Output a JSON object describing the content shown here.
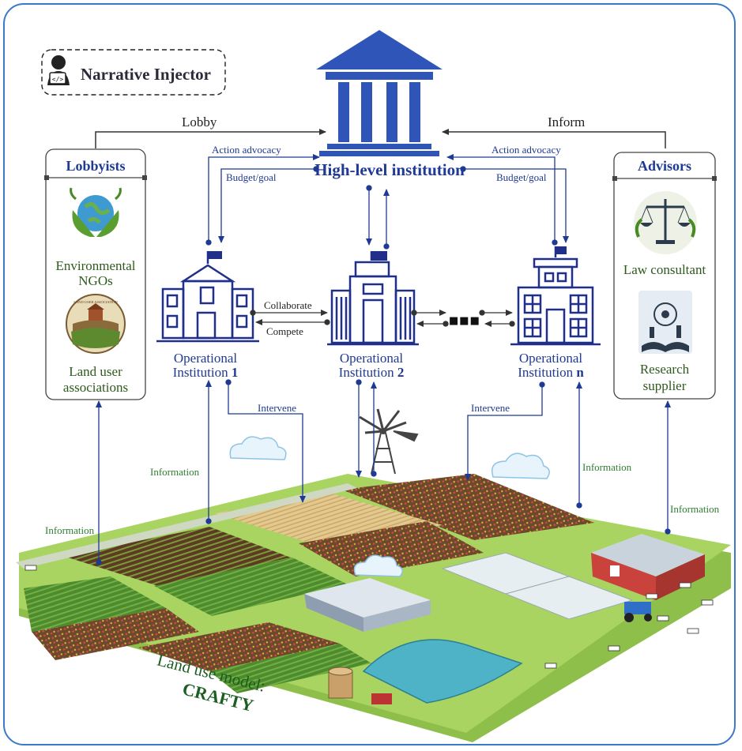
{
  "injector": {
    "label": "Narrative Injector"
  },
  "top": {
    "lobby": "Lobby",
    "inform": "Inform",
    "high_level": "High-level institution",
    "action_advocacy_left": "Action advocacy",
    "action_advocacy_right": "Action advocacy",
    "budget_goal_left": "Budget/goal",
    "budget_goal_right": "Budget/goal"
  },
  "lobbyists": {
    "title": "Lobbyists",
    "ngo_line1": "Environmental",
    "ngo_line2": "NGOs",
    "badge_text": "LAND USER ASSOCIATION",
    "land_line1": "Land user",
    "land_line2": "associations"
  },
  "advisors": {
    "title": "Advisors",
    "law": "Law consultant",
    "research_line1": "Research",
    "research_line2": "supplier"
  },
  "operational": {
    "one_line1": "Operational",
    "one_line2": "Institution ",
    "one_num": "1",
    "two_line1": "Operational",
    "two_line2": "Institution ",
    "two_num": "2",
    "n_line1": "Operational",
    "n_line2": "Institution ",
    "n_num": "n",
    "collaborate": "Collaborate",
    "compete": "Compete",
    "dots": "■■■"
  },
  "flows": {
    "intervene_left": "Intervene",
    "intervene_right": "Intervene",
    "info_lobbyists": "Information",
    "info_op1": "Information",
    "info_opn": "Information",
    "info_advisors": "Information"
  },
  "model": {
    "line1": "Land use model:",
    "line2": "CRAFTY"
  },
  "colors": {
    "navy": "#1f3a93",
    "frame": "#3a7ac8",
    "info_green": "#2e7d32",
    "model_green": "#1b5e20"
  }
}
